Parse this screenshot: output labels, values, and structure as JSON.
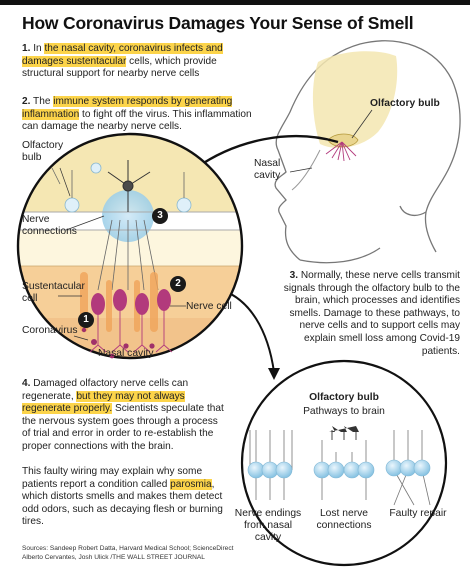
{
  "title": "How Coronavirus Damages Your Sense of Smell",
  "steps": {
    "s1": {
      "num": "1.",
      "pre": "In ",
      "highlight": "the nasal cavity, coronavirus infects and damages sustentacular",
      "post": " cells, which provide structural support for nearby nerve cells"
    },
    "s2": {
      "num": "2.",
      "pre": "The ",
      "highlight": "immune system responds by generating inflammation",
      "post": " to fight off the virus. This inflammation can damage the nearby nerve cells."
    },
    "s3": {
      "num": "3.",
      "text": " Normally, these nerve cells transmit signals through the olfactory bulb to the brain, which processes and identifies smells. Damage to these pathways, to nerve cells and to support cells may explain smell loss among Covid-19 patients."
    },
    "s4": {
      "num": "4.",
      "pre": " Damaged olfactory nerve cells can regenerate, ",
      "highlight": "but they may not always regenerate properly.",
      "post": " Scientists speculate that the nervous system goes through a process of trial and error in order to re-establish the proper connections with the brain."
    },
    "s5": {
      "pre": "This faulty wiring may explain why some patients report a condition called ",
      "highlight": "parosmia",
      "post": ", which distorts smells and makes them detect odd odors, such as decaying flesh or burning tires."
    }
  },
  "labels": {
    "olfactory_bulb_head": "Olfactory bulb",
    "nasal_cavity_head": "Nasal\ncavity",
    "olfactory_bulb_left": "Olfactory\nbulb",
    "nerve_connections": "Nerve\nconnections",
    "sustentacular_cell": "Sustentacular\ncell",
    "nerve_cell": "Nerve cell",
    "coronavirus": "Coronavirus",
    "nasal_cavity_bottom": "Nasal cavity",
    "badge_1": "1",
    "badge_2": "2",
    "badge_3": "3",
    "badge_4": "4"
  },
  "panel4": {
    "title": "Olfactory bulb",
    "subtitle": "Pathways to brain",
    "col1": "Nerve endings\nfrom nasal\ncavity",
    "col2": "Lost nerve\nconnections",
    "col3": "Faulty repair"
  },
  "sources": {
    "line1": "Sources: Sandeep Robert Datta, Harvard Medical School; ScienceDirect",
    "line2": "Alberto Cervantes, Josh Ulick /THE WALL STREET JOURNAL"
  },
  "colors": {
    "highlight": "#fcd44a",
    "cell_magenta": "#b23a7c",
    "nerve_blue": "#b9dcef",
    "bulb_yellow": "#f3e6b0",
    "tissue_orange": "#f3c98f",
    "badge_dark": "#1a1a1a"
  }
}
